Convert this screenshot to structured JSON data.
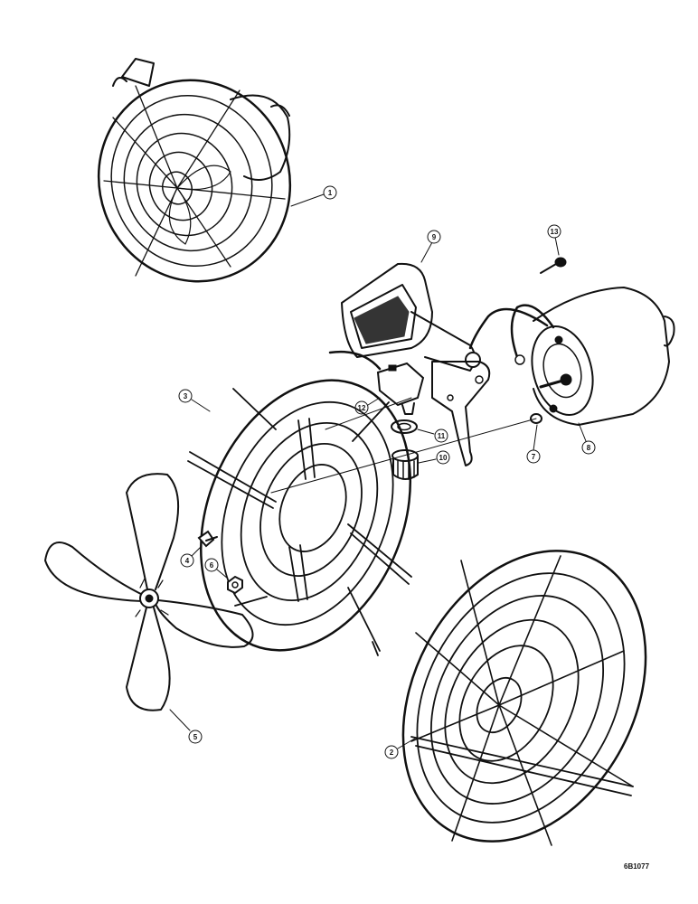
{
  "callouts": [
    {
      "id": "c1",
      "label": "1",
      "part": "fan-assembly"
    },
    {
      "id": "c2",
      "label": "2",
      "part": "rear-guard"
    },
    {
      "id": "c3",
      "label": "3",
      "part": "front-guard"
    },
    {
      "id": "c4",
      "label": "4",
      "part": "screw"
    },
    {
      "id": "c5",
      "label": "5",
      "part": "fan-blade"
    },
    {
      "id": "c6",
      "label": "6",
      "part": "nut"
    },
    {
      "id": "c7",
      "label": "7",
      "part": "washer"
    },
    {
      "id": "c8",
      "label": "8",
      "part": "motor"
    },
    {
      "id": "c9",
      "label": "9",
      "part": "housing"
    },
    {
      "id": "c10",
      "label": "10",
      "part": "knob"
    },
    {
      "id": "c11",
      "label": "11",
      "part": "switch-nut"
    },
    {
      "id": "c12",
      "label": "12",
      "part": "switch"
    },
    {
      "id": "c13",
      "label": "13",
      "part": "ground-screw"
    }
  ],
  "reference_code": "6B1077",
  "colors": {
    "ink": "#111111",
    "paper": "#ffffff"
  }
}
